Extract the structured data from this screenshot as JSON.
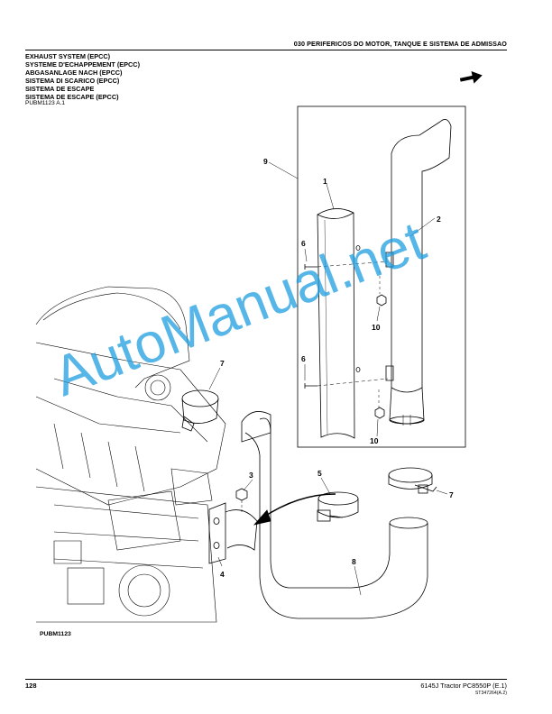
{
  "header": {
    "section_title": "030 PERIFERICOS DO MOTOR, TANQUE E SISTEMA DE ADMISSAO"
  },
  "titles": [
    "EXHAUST SYSTEM (EPCC)",
    "SYSTEME D'ECHAPPEMENT (EPCC)",
    "ABGASANLAGE NACH (EPCC)",
    "SISTEMA DI SCARICO (EPCC)",
    "SISTEMA DE ESCAPE",
    "SISTEMA DE ESCAPE (EPCC)"
  ],
  "figure_ref": "PUBM1123 A.1",
  "illustration_id": "PUBM1123",
  "callouts": {
    "c1": "1",
    "c2": "2",
    "c3": "3",
    "c4": "4",
    "c5": "5",
    "c6a": "6",
    "c6b": "6",
    "c7a": "7",
    "c7b": "7",
    "c8": "8",
    "c9": "9",
    "c10a": "10",
    "c10b": "10"
  },
  "watermark": "AutoManual.net",
  "footer": {
    "page_number": "128",
    "model": "6145J Tractor   PC8550P   (E.1)",
    "doc_code": "ST347264(A.2)"
  },
  "colors": {
    "watermark": "#1e9ee0",
    "line": "#000000"
  }
}
